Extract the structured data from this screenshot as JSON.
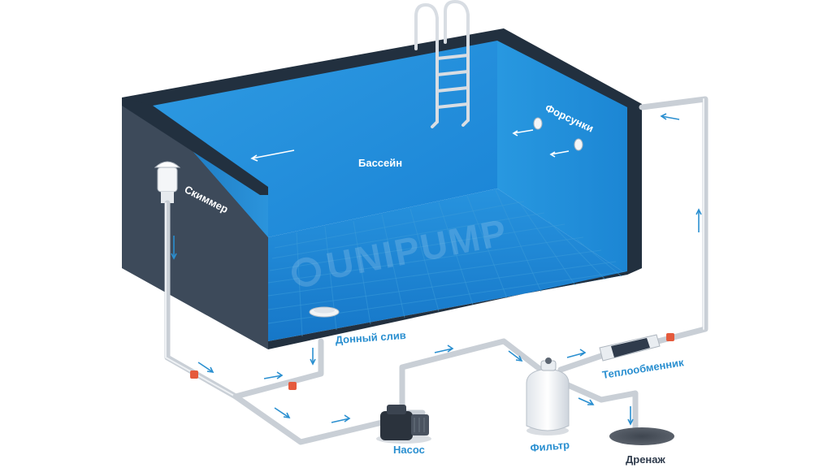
{
  "labels": {
    "pool": "Бассейн",
    "skimmer": "Скиммер",
    "nozzles": "Форсунки",
    "bottom_drain": "Донный слив",
    "heat_exchanger": "Теплообменник",
    "pump": "Насос",
    "filter": "Фильтр",
    "drain": "Дренаж"
  },
  "logo": {
    "text": "UNIPUMP"
  },
  "colors": {
    "water_back": "#1f8fdc",
    "water_floor": "#1a7fd0",
    "pool_rim": "#22303f",
    "pool_outer_wall": "#3d4a5a",
    "pipe": "#c9cfd6",
    "accent": "#2a8fd0",
    "valve": "#e55a3c"
  },
  "icons": [
    "ladder-icon",
    "skimmer-icon",
    "nozzle-icon",
    "bottom-drain-icon",
    "pump-icon",
    "filter-icon",
    "heat-exchanger-icon",
    "valve-icon",
    "flow-arrow-icon"
  ]
}
